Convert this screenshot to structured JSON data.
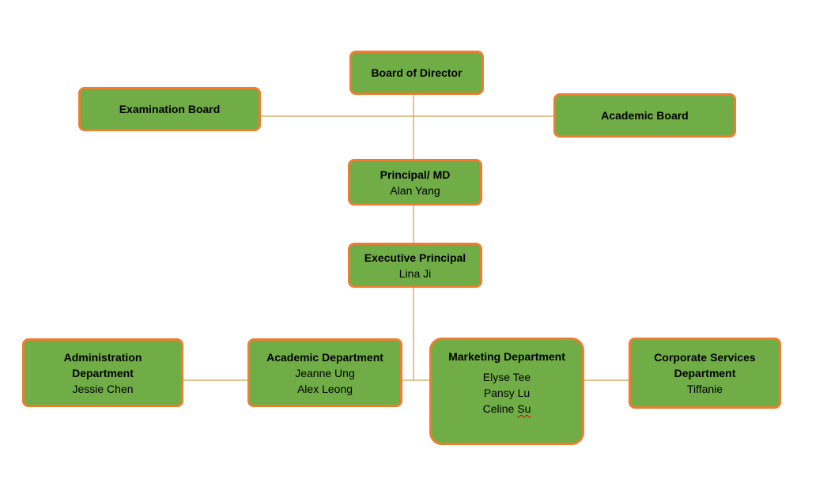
{
  "colors": {
    "box_fill": "#70ad47",
    "box_border": "#ed7d31",
    "connector": "#c9a24a"
  },
  "nodes": {
    "board": {
      "title": "Board of Director"
    },
    "exam": {
      "title": "Examination Board"
    },
    "academic_board": {
      "title": "Academic Board"
    },
    "principal": {
      "title": "Principal/ MD",
      "people": [
        "Alan Yang"
      ]
    },
    "exec": {
      "title": "Executive Principal",
      "people": [
        "Lina Ji"
      ]
    },
    "admin": {
      "title_lines": [
        "Administration",
        "Department"
      ],
      "people": [
        "Jessie Chen"
      ]
    },
    "academic_dept": {
      "title": "Academic Department",
      "people": [
        "Jeanne Ung",
        "Alex Leong"
      ]
    },
    "marketing": {
      "title": "Marketing Department",
      "people": [
        "Elyse Tee",
        "Pansy Lu"
      ],
      "last_person": {
        "first": "Celine",
        "last": "Su"
      }
    },
    "corporate": {
      "title_lines": [
        "Corporate Services",
        "Department"
      ],
      "people": [
        "Tiffanie"
      ]
    }
  }
}
